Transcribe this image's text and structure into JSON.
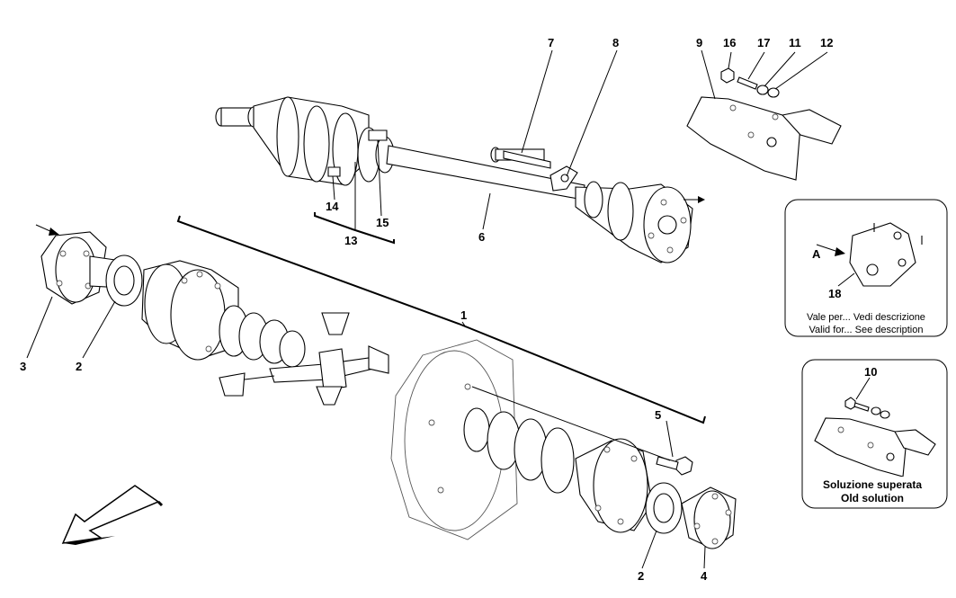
{
  "callouts": {
    "c1": "1",
    "c2a": "2",
    "c2b": "2",
    "c3": "3",
    "c4": "4",
    "c5": "5",
    "c6": "6",
    "c7": "7",
    "c8": "8",
    "c9": "9",
    "c10": "10",
    "c11": "11",
    "c12": "12",
    "c13": "13",
    "c14": "14",
    "c15": "15",
    "c16": "16",
    "c17": "17",
    "c18": "18",
    "cA": "A"
  },
  "notes": {
    "valid_for_it": "Vale per... Vedi descrizione",
    "valid_for_en": "Valid for... See description",
    "old_solution_it": "Soluzione superata",
    "old_solution_en": "Old solution"
  },
  "icons": {
    "direction_arrow": "front-direction-arrow-icon"
  }
}
